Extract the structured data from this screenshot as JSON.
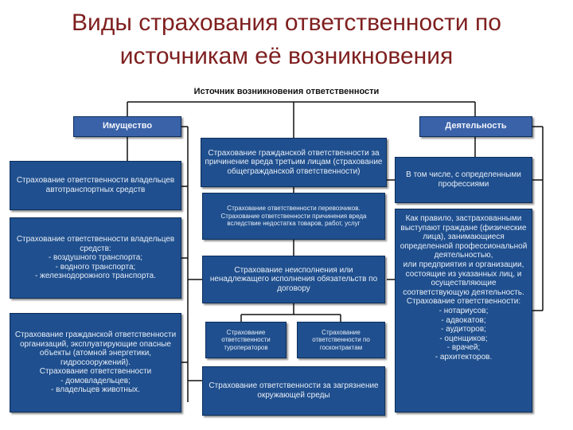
{
  "title": "Виды страхования ответственности по источникам её возникновения",
  "diagram": {
    "root": "Источник возникновения ответственности",
    "left": {
      "header": "Имущество",
      "items": [
        "Страхование ответственности владельцев автотранспортных средств",
        "Страхование ответственности владельцев средств:\n- воздушного транспорта;\n- водного транспорта;\n- железнодорожного транспорта.",
        "Страхование гражданской ответственности организаций, эксплуатирующие опасные объекты (атомной энергетики, гидросооружений).\nСтрахование ответственности\n- домовладельцев;\n- владельцев животных."
      ]
    },
    "center": {
      "items": [
        "Страхование гражданской ответственности за причинение вреда третьим лицам (страхование общегражданской ответственности)",
        "Страхование ответственности перевозчиков.\nСтрахование ответственности причинения вреда вследствие недостатка товаров, работ, услуг",
        "Страхование неисполнения или ненадлежащего исполнения обязательств по договору",
        "Страхование ответственности туроператоров",
        "Страхование ответственности по госконтрактам",
        "Страхование ответственности за загрязнение окружающей среды"
      ]
    },
    "right": {
      "header": "Деятельность",
      "items": [
        "В том числе, с определенными профессиями",
        "Как правило, застрахованными выступают граждане (физические лица), занимающиеся определенной профессиональной деятельностью,\nили предприятия и организации, состоящие из указанных лиц, и осуществляющие соответствующую деятельность.\nСтрахование ответственности:\n- нотариусов;\n- адвокатов;\n- аудиторов;\n- оценщиков;\n- врачей;\n- архитекторов."
      ]
    }
  }
}
